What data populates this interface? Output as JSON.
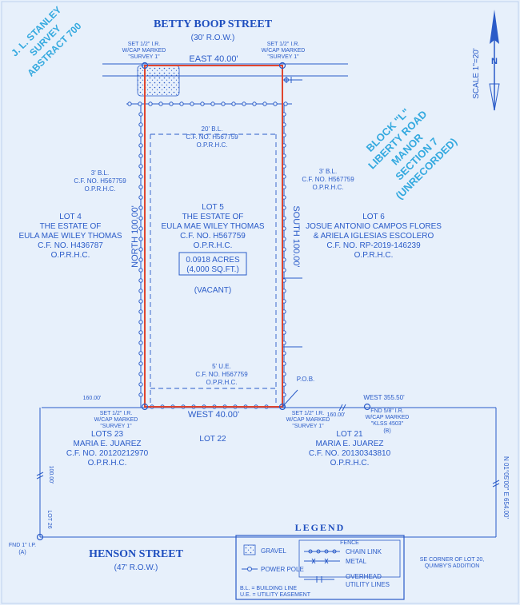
{
  "streets": {
    "top_name": "BETTY BOOP STREET",
    "top_row": "(30' R.O.W.)",
    "bottom_name": "HENSON STREET",
    "bottom_row": "(47' R.O.W.)"
  },
  "survey_stamp": [
    "J. L. STANLEY",
    "SURVEY",
    "ABSTRACT 700"
  ],
  "scale": "SCALE 1\"=20'",
  "north_arrow": "N",
  "block_label": [
    "BLOCK \"L\"",
    "LIBERTY ROAD",
    "MANOR",
    "SECTION 7",
    "(UNRECORDED)"
  ],
  "bearings": {
    "top": "EAST 40.00'",
    "bottom": "WEST 40.00'",
    "left": "NORTH 100.00'",
    "right": "SOUTH 100.00'",
    "far_west": "WEST 355.50'",
    "far_east": "N 01°05'00\" E 654.00'",
    "dim_160_left": "160.00'",
    "dim_160_right": "160.00'",
    "dim_100": "100.00'"
  },
  "monuments": {
    "top_left": [
      "SET 1/2\" I.R.",
      "W/CAP MARKED",
      "\"SURVEY 1\""
    ],
    "top_right": [
      "SET 1/2\" I.R.",
      "W/CAP MARKED",
      "\"SURVEY 1\""
    ],
    "bottom_left": [
      "SET 1/2\" I.R.",
      "W/CAP MARKED",
      "\"SURVEY 1\""
    ],
    "bottom_right": [
      "SET 1/2\" I.R.",
      "W/CAP MARKED",
      "\"SURVEY 1\""
    ],
    "fnd_58": [
      "FND 5/8\" I.R.",
      "W/CAP MARKED",
      "\"KLSS 4503\"",
      "(B)"
    ],
    "fnd_1": [
      "FND 1\" I.P.",
      "(A)"
    ],
    "pob": "P.O.B.",
    "se_corner": [
      "SE CORNER OF LOT 20,",
      "QUIMBY'S ADDITION"
    ],
    "lot26": "LOT 26"
  },
  "easements": {
    "bl_20": [
      "20' B.L.",
      "C.F. NO. H567759",
      "O.P.R.H.C."
    ],
    "bl_3_left": [
      "3' B.L.",
      "C.F. NO. H567759",
      "O.P.R.H.C."
    ],
    "bl_3_right": [
      "3' B.L.",
      "C.F. NO. H567759",
      "O.P.R.H.C."
    ],
    "ue_5": [
      "5' U.E.",
      "C.F. NO. H567759",
      "O.P.R.H.C."
    ]
  },
  "lots": {
    "lot5": [
      "LOT 5",
      "THE ESTATE OF",
      "EULA MAE WILEY THOMAS",
      "C.F. NO. H567759",
      "O.P.R.H.C."
    ],
    "lot4": [
      "LOT 4",
      "THE ESTATE OF",
      "EULA MAE WILEY THOMAS",
      "C.F. NO. H436787",
      "O.P.R.H.C."
    ],
    "lot6": [
      "LOT 6",
      "JOSUE ANTONIO CAMPOS FLORES",
      "& ARIELA IGLESIAS ESCOLERO",
      "C.F. NO. RP-2019-146239",
      "O.P.R.H.C."
    ],
    "lot23": [
      "LOTS 23",
      "MARIA E. JUAREZ",
      "C.F. NO. 20120212970",
      "O.P.R.H.C."
    ],
    "lot22": "LOT 22",
    "lot21": [
      "LOT 21",
      "MARIA E. JUAREZ",
      "C.F. NO. 20130343810",
      "O.P.R.H.C."
    ]
  },
  "area": [
    "0.0918 ACRES",
    "(4,000 SQ.FT.)"
  ],
  "vacant": "(VACANT)",
  "legend": {
    "title": "LEGEND",
    "gravel": "GRAVEL",
    "power_pole": "POWER POLE",
    "fence": "FENCE",
    "chain_link": "CHAIN LINK",
    "metal": "METAL",
    "overhead": [
      "OVERHEAD",
      "UTILITY LINES"
    ],
    "bl": "B.L. = BUILDING LINE",
    "ue": "U.E. = UTILITY EASEMENT"
  },
  "colors": {
    "ink": "#2a5bc8",
    "boundary": "#e0452e",
    "stamp": "#34a9df",
    "paper": "#e7f0fb"
  }
}
